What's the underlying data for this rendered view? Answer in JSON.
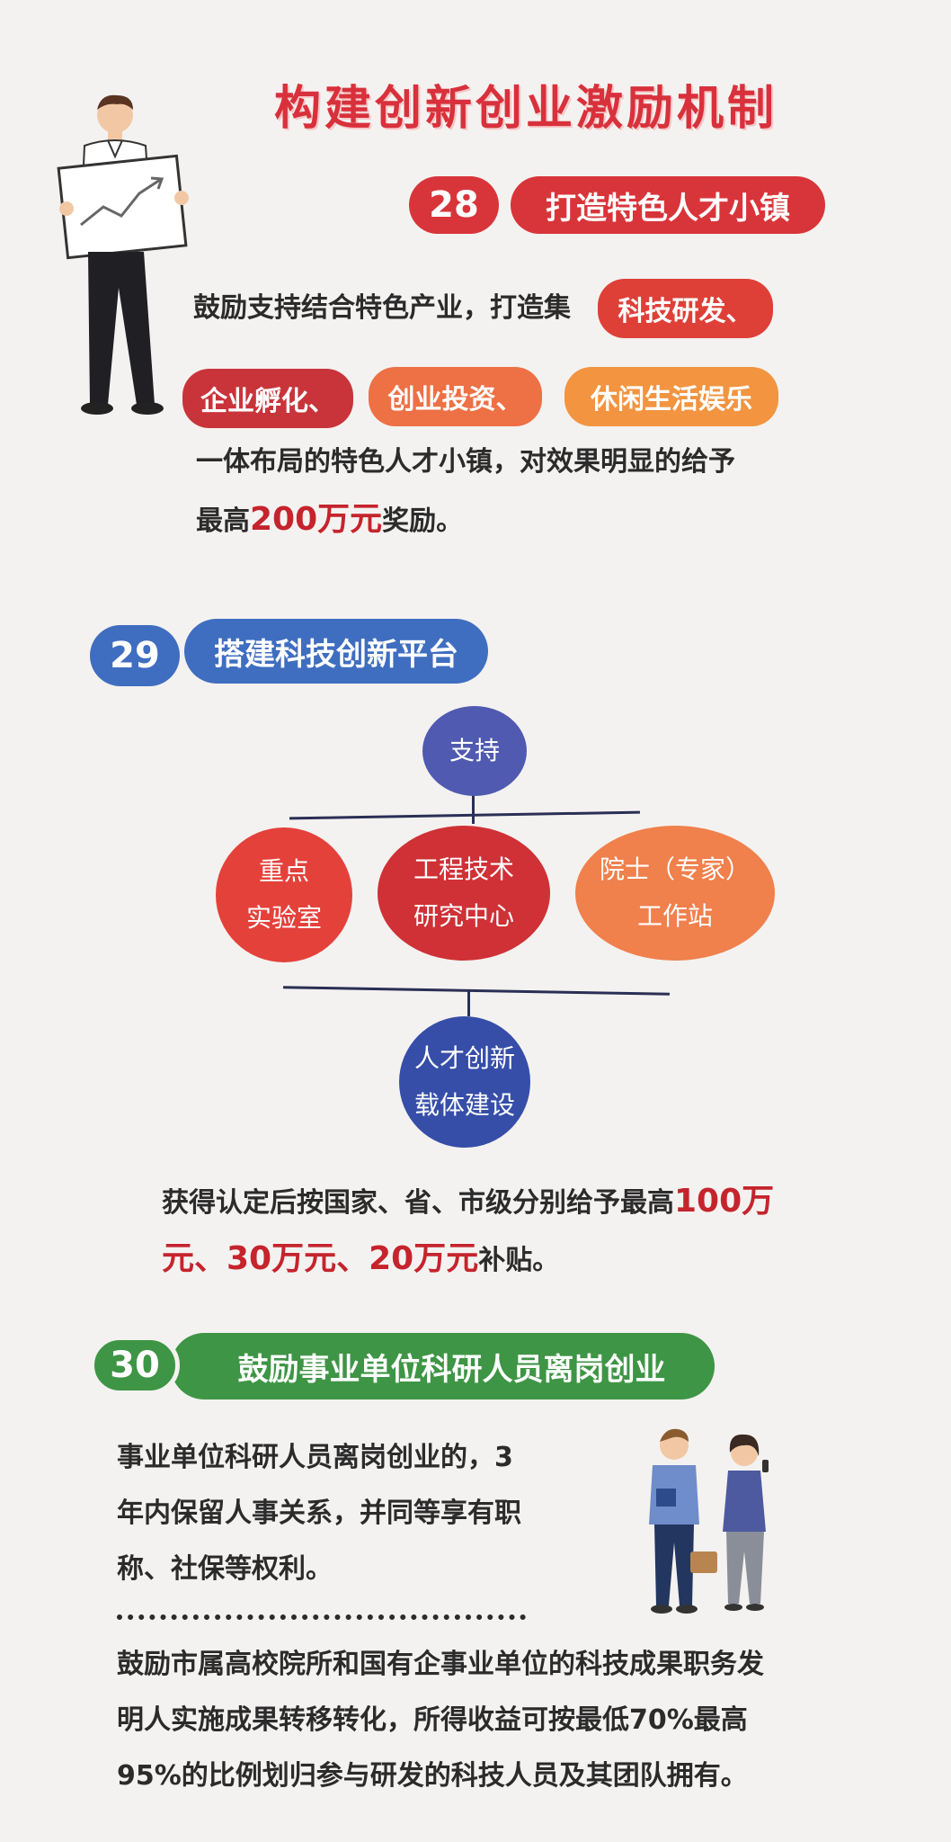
{
  "title": "构建创新创业激励机制",
  "section28": {
    "number": "28",
    "heading": "打造特色人才小镇",
    "line1": "鼓励支持结合特色产业，打造集",
    "tags": [
      "科技研发、",
      "企业孵化、",
      "创业投资、",
      "休闲生活娱乐"
    ],
    "line2": "一体布局的特色人才小镇，对效果明显的给予",
    "line3_prefix": "最高",
    "line3_amount": "200万元",
    "line3_suffix": "奖励。"
  },
  "section29": {
    "number": "29",
    "heading": "搭建科技创新平台",
    "diagram": {
      "top": "支持",
      "branches": [
        [
          "重点",
          "实验室"
        ],
        [
          "工程技术",
          "研究中心"
        ],
        [
          "院士（专家）",
          "工作站"
        ]
      ],
      "bottom": [
        "人才创新",
        "载体建设"
      ]
    },
    "text_prefix": "获得认定后按国家、省、市级分别给予最高",
    "amount1": "100万",
    "amount1b": "元、30万元、20万元",
    "text_suffix": "补贴。"
  },
  "section30": {
    "number": "30",
    "heading": "鼓励事业单位科研人员离岗创业",
    "para1_lines": [
      "事业单位科研人员离岗创业的，3",
      "年内保留人事关系，并同等享有职",
      "称、社保等权利。"
    ],
    "para2_lines": [
      "鼓励市属高校院所和国有企事业单位的科技成果职务发",
      "明人实施成果转移转化，所得收益可按最低70%最高",
      "95%的比例划归参与研发的科技人员及其团队拥有。"
    ]
  },
  "colors": {
    "red": "#d8353a",
    "blue": "#3f6ec0",
    "green": "#3e9545",
    "highlight": "#c5242d"
  }
}
